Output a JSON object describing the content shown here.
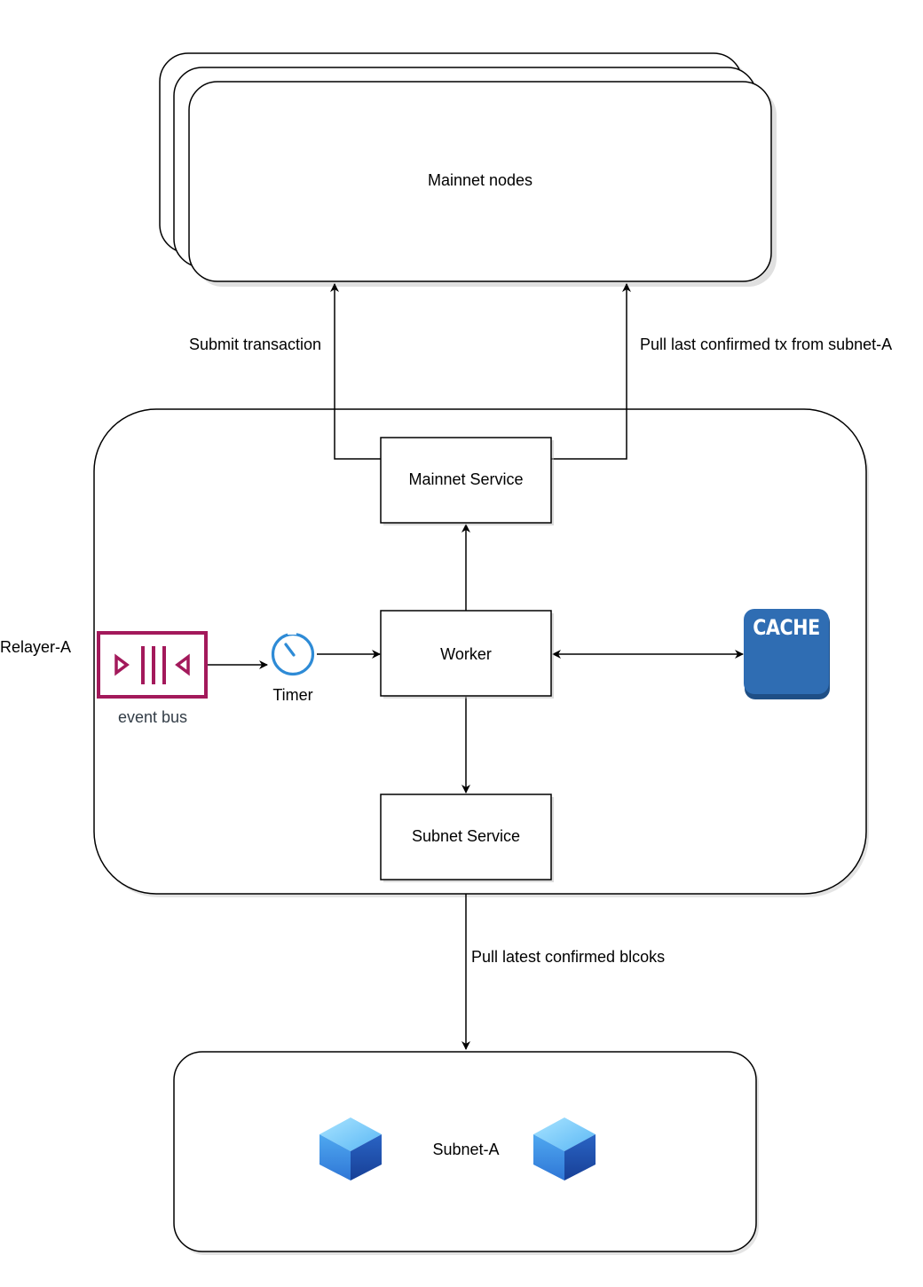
{
  "nodes": {
    "mainnet_nodes": "Mainnet nodes",
    "relayer": "Relayer-A",
    "mainnet_service": "Mainnet Service",
    "worker": "Worker",
    "subnet_service": "Subnet Service",
    "timer": "Timer",
    "event_bus": "event bus",
    "cache": "CACHE",
    "subnet": "Subnet-A"
  },
  "edges": {
    "submit_transaction": "Submit transaction",
    "pull_last_confirmed": "Pull last confirmed tx from subnet-A",
    "pull_latest_blocks": "Pull latest confirmed blcoks"
  },
  "icons": {
    "event_bus": "event-bus-icon",
    "timer": "timer-icon",
    "cache": "cache-icon",
    "subnet_block": "cube-icon"
  },
  "colors": {
    "event_bus": "#a3195b",
    "timer": "#2e8bd6",
    "cache": "#2f6db3",
    "cube_top": "#7fd0ff",
    "cube_left": "#3f8fe8",
    "cube_right": "#1f55b8"
  }
}
